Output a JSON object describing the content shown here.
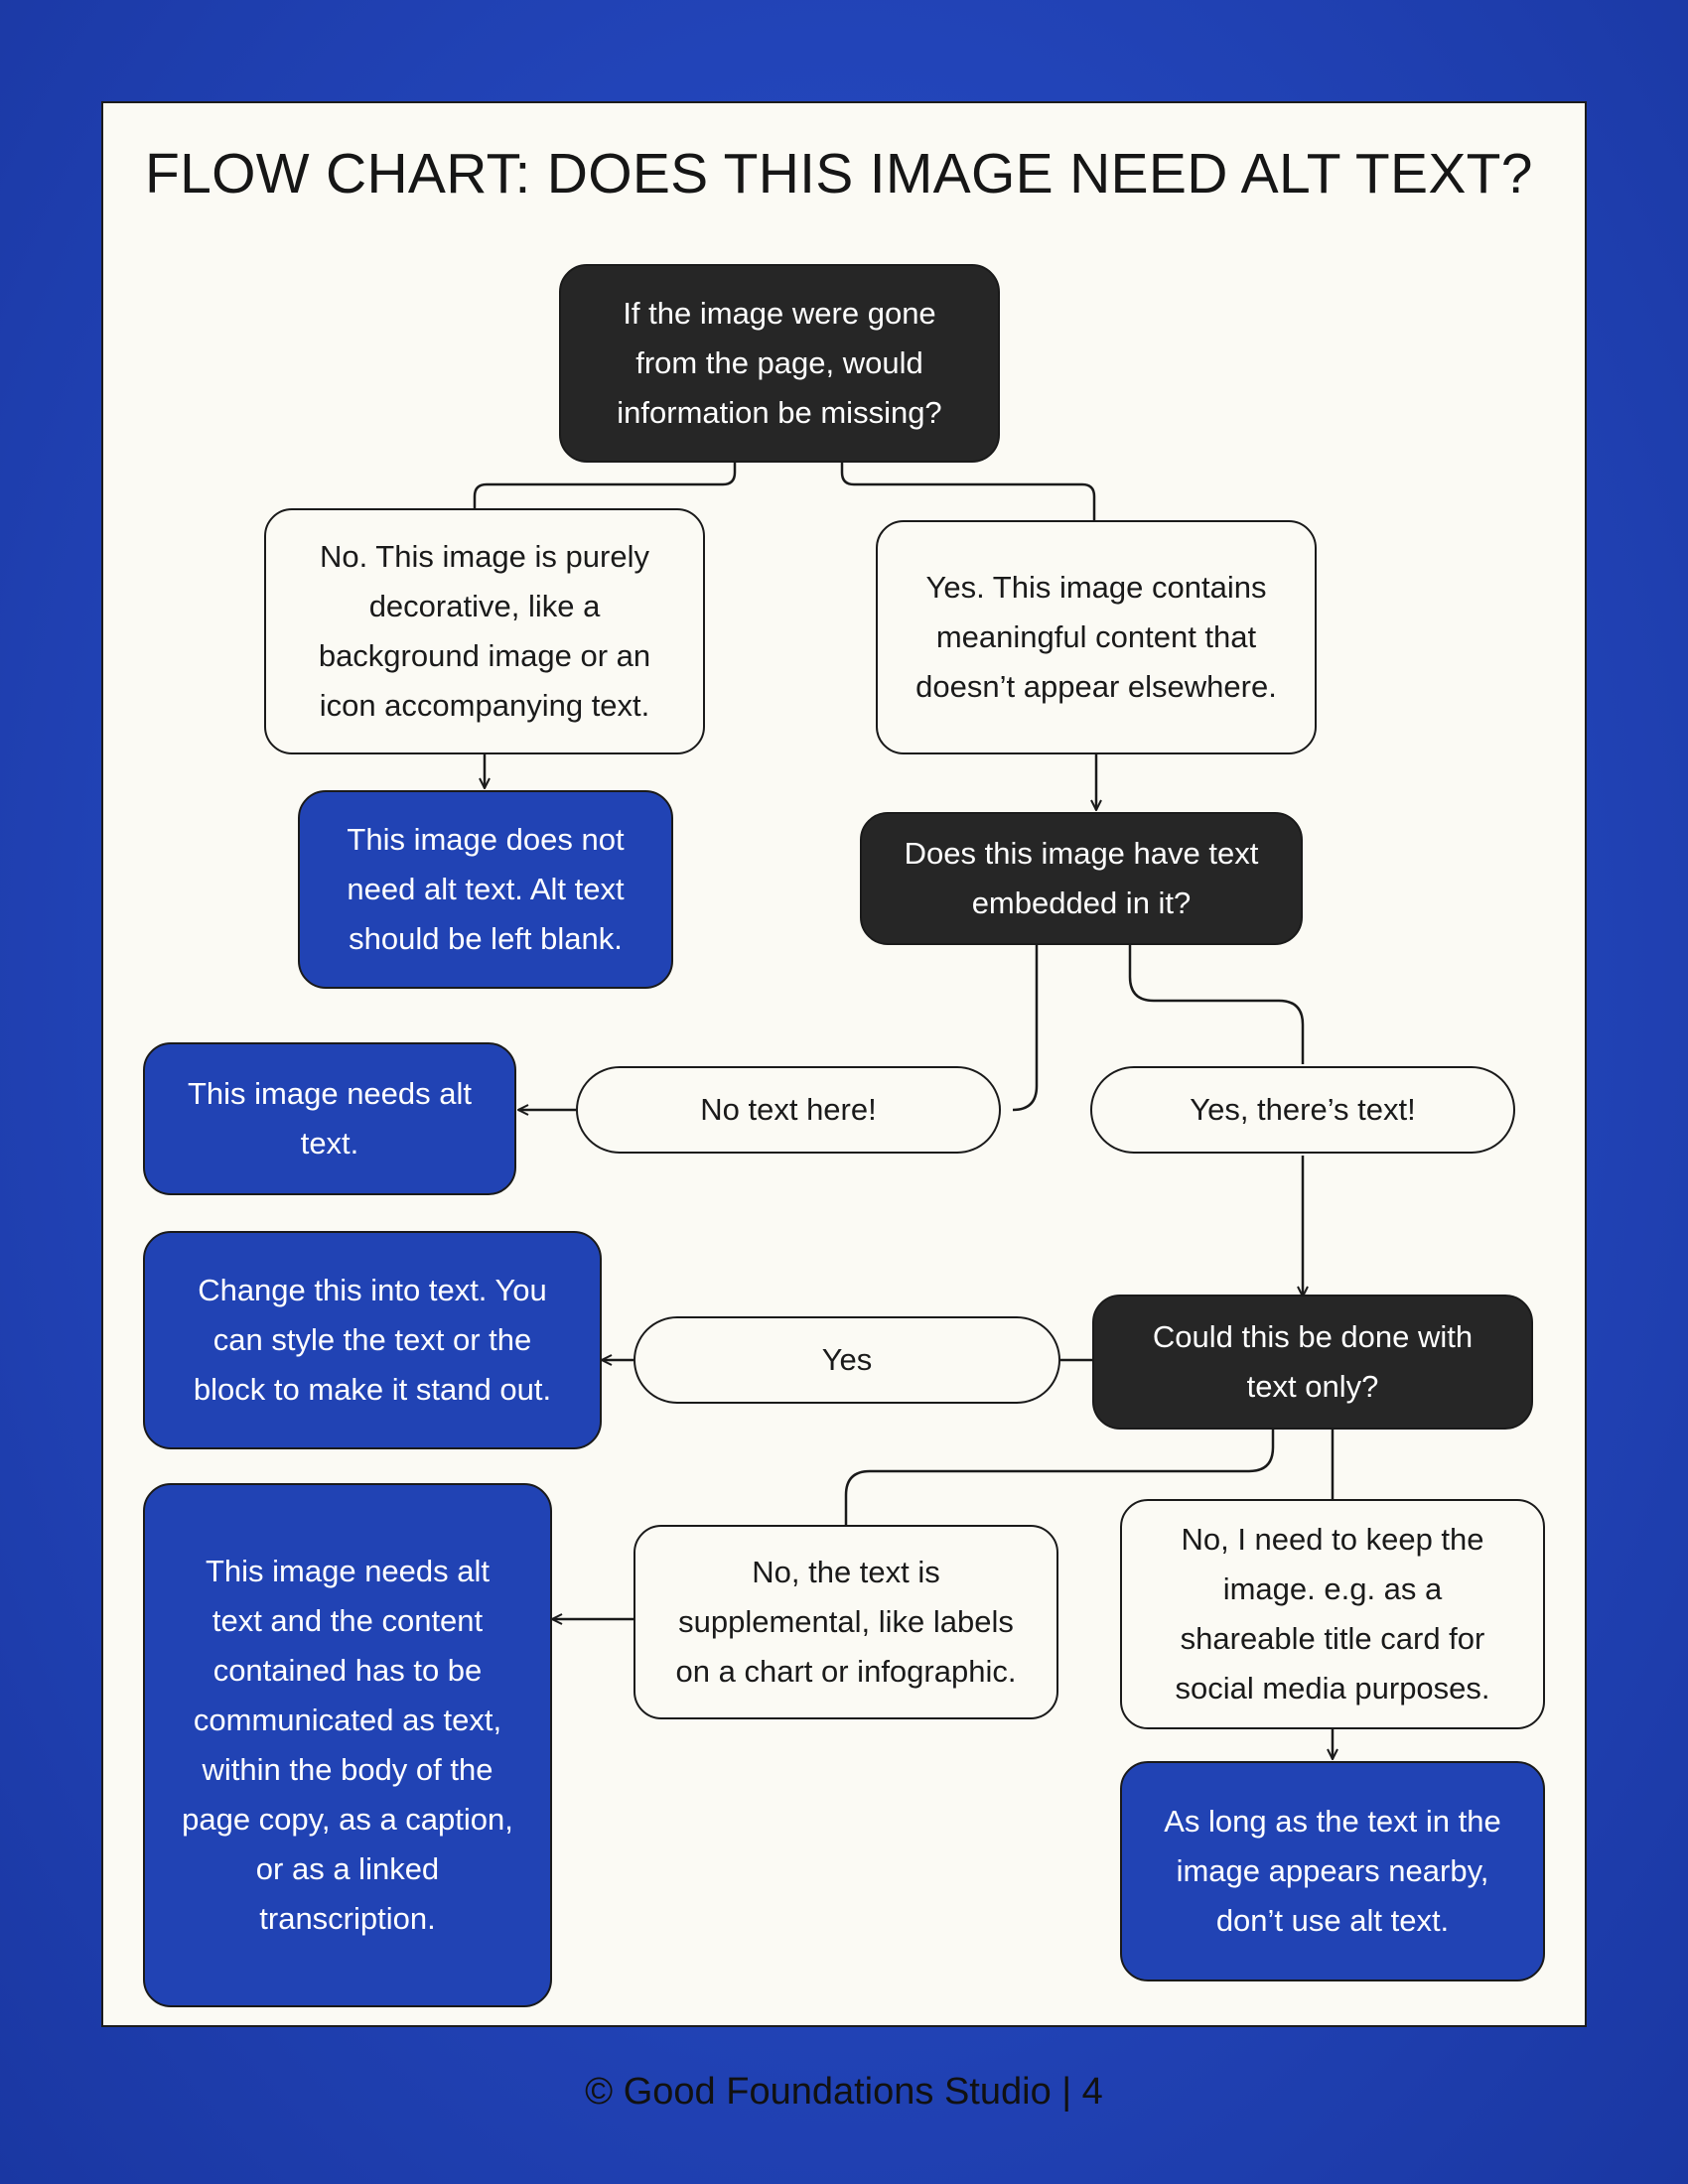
{
  "title": "FLOW CHART: DOES THIS IMAGE NEED ALT TEXT?",
  "nodes": {
    "q1": "If the image were gone from the page, would information be missing?",
    "no_decorative": "No. This image is purely decorative, like a background image or an icon accompanying text.",
    "yes_meaningful": "Yes. This image contains meaningful content that doesn’t appear elsewhere.",
    "no_alt_needed": "This image does not need alt text. Alt text should be left blank.",
    "q2": "Does this image have text embedded in it?",
    "needs_alt": "This image needs alt text.",
    "no_text": "No text here!",
    "yes_text": "Yes, there’s text!",
    "change_to_text": "Change this into text. You can style the text or the block to make it stand out.",
    "yes_label": "Yes",
    "q3": "Could this be done with text only?",
    "needs_alt_content": "This image needs alt text and the content contained has to be communicated as text, within the body of the page copy, as a caption, or as a linked transcription.",
    "supplemental": "No, the text is supplemental, like labels on a chart or infographic.",
    "keep_image": "No, I need to keep the image. e.g. as a shareable title card for social media purposes.",
    "no_alt_nearby": "As long as the text in the image appears nearby, don’t use alt text."
  },
  "footer": "© Good Foundations Studio | 4",
  "colors": {
    "background": "#2447bd",
    "panel": "#fbfaf4",
    "question_box": "#262626",
    "outcome_box": "#2143b4",
    "answer_box": "#fbfaf4",
    "line": "#1a1a1a"
  }
}
